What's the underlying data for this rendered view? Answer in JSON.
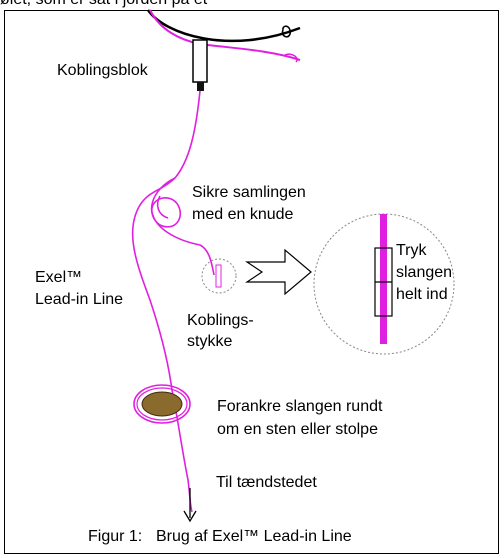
{
  "top_text": "ølet, som er sat i jorden på et",
  "labels": {
    "connector_block": "Koblingsblok",
    "secure_joint_1": "Sikre samlingen",
    "secure_joint_2": "med en knude",
    "lead_in_line_1": "Exel™",
    "lead_in_line_2": "Lead-in Line",
    "coupling_piece_1": "Koblings-",
    "coupling_piece_2": "stykke",
    "push_hose_1": "Tryk",
    "push_hose_2": "slangen",
    "push_hose_3": "helt ind",
    "anchor_1": "Forankre slangen rundt",
    "anchor_2": "om en sten eller stolpe",
    "to_ignition": "Til tændstedet"
  },
  "caption": {
    "figure_number": "Figur 1:",
    "figure_title": "Brug af Exel™ Lead-in Line"
  },
  "colors": {
    "tube": "#e020e0",
    "stone": "#8b6a2e",
    "frame": "#000000",
    "magnifier": "#888888"
  }
}
